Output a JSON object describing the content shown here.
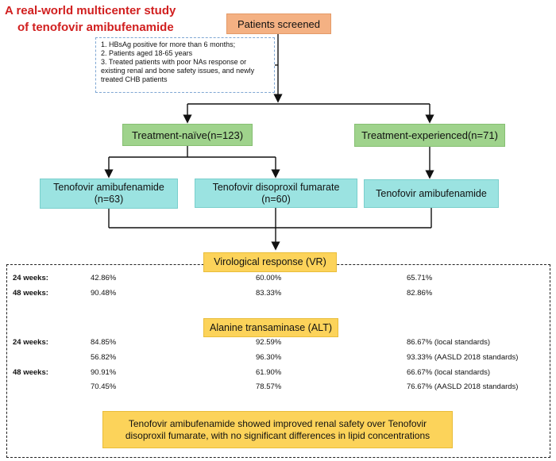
{
  "title": {
    "line1": "A real-world multicenter study",
    "line2": "of  tenofovir amibufenamide"
  },
  "screened": "Patients screened",
  "criteria": [
    "1. HBsAg positive for more than 6 months;",
    "2. Patients aged 18-65 years",
    "3. Treated patients with poor NAs response or existing renal and bone safety issues, and newly treated CHB patients"
  ],
  "naive": "Treatment-naïve(n=123)",
  "experienced": "Treatment-experienced(n=71)",
  "arms": {
    "taf_naive": "Tenofovir amibufenamide\n(n=63)",
    "tdf_naive": "Tenofovir disoproxil fumarate\n(n=60)",
    "taf_exp": "Tenofovir amibufenamide"
  },
  "vr": {
    "heading": "Virological response (VR)",
    "rows": [
      {
        "label": "24 weeks:",
        "values": [
          "42.86%",
          "60.00%",
          "65.71%"
        ]
      },
      {
        "label": "48 weeks:",
        "values": [
          "90.48%",
          "83.33%",
          "82.86%"
        ]
      }
    ]
  },
  "alt": {
    "heading": "Alanine transaminase (ALT)",
    "rows": [
      {
        "label": "24 weeks:",
        "values": [
          "84.85%",
          "92.59%",
          "86.67% (local standards)"
        ]
      },
      {
        "label": "",
        "values": [
          "56.82%",
          "96.30%",
          "93.33% (AASLD 2018 standards)"
        ]
      },
      {
        "label": "48 weeks:",
        "values": [
          "90.91%",
          "61.90%",
          "66.67%  (local standards)"
        ]
      },
      {
        "label": "",
        "values": [
          "70.45%",
          "78.57%",
          "76.67%  (AASLD 2018 standards)"
        ]
      }
    ]
  },
  "conclusion": "Tenofovir amibufenamide showed improved renal safety over Tenofovir disoproxil fumarate, with no significant differences in lipid concentrations",
  "colors": {
    "title_red": "#d11f1f",
    "screened_orange": "#f4b183",
    "group_green": "#9fd38c",
    "arm_teal": "#9be3e1",
    "result_yellow": "#fcd35a",
    "criteria_border_blue": "#7fa7d3"
  }
}
